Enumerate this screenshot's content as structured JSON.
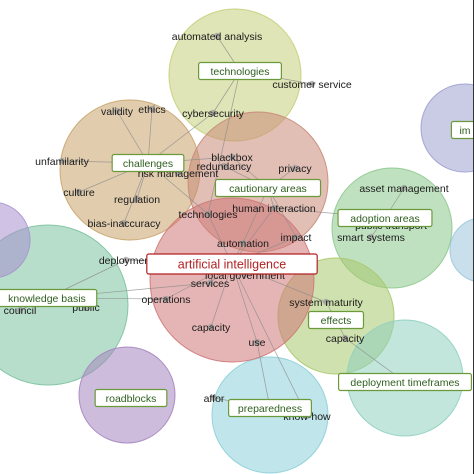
{
  "diagram": {
    "center_label": "artificial intelligence",
    "colors": {
      "center_border": "#b22222",
      "center_text": "#b22222",
      "hub_border": "#6a9a3a",
      "hub_text": "#2e5e1e",
      "link": "#8a8a8a",
      "node_dot": "#9a9a9a"
    },
    "clusters": [
      {
        "id": "technologies",
        "label": "technologies",
        "color": "#c5cf7a"
      },
      {
        "id": "challenges",
        "label": "challenges",
        "color": "#c9a46b"
      },
      {
        "id": "cautionary",
        "label": "cautionary areas",
        "color": "#c98a78"
      },
      {
        "id": "adoption",
        "label": "adoption areas",
        "color": "#8cc98c"
      },
      {
        "id": "knowledge",
        "label": "knowledge basis",
        "color": "#7cc2a0"
      },
      {
        "id": "effects",
        "label": "effects",
        "color": "#a8c96b"
      },
      {
        "id": "timeframes",
        "label": "deployment timeframes",
        "color": "#8fd0c0"
      },
      {
        "id": "roadblocks",
        "label": "roadblocks",
        "color": "#a585c0"
      },
      {
        "id": "preparedness",
        "label": "preparedness",
        "color": "#8ccfd8"
      },
      {
        "id": "impacts",
        "label": "im",
        "color": "#9ea0d0"
      },
      {
        "id": "left_partial",
        "label": "",
        "color": "#a88fd0"
      },
      {
        "id": "right_partial",
        "label": "",
        "color": "#9cc6dc"
      },
      {
        "id": "center",
        "label": "",
        "color": "#d07878"
      }
    ],
    "terms": [
      "automated analysis",
      "customer service",
      "validity",
      "ethics",
      "cybersecurity",
      "unfamilarity",
      "blackbox",
      "redundancy",
      "privacy",
      "risk management",
      "culture",
      "regulation",
      "bias-inaccuracy",
      "technologies",
      "human interaction",
      "asset management",
      "public transport",
      "smart systems",
      "deployment",
      "automation",
      "impact",
      "local government",
      "services",
      "operations",
      "council",
      "public",
      "system maturity",
      "capacity",
      "capacity",
      "use",
      "affor",
      "know-how"
    ]
  }
}
